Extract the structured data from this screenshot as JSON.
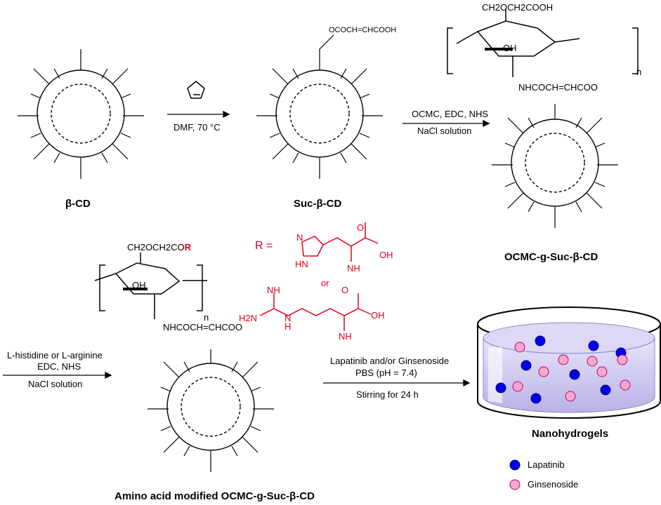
{
  "compounds": {
    "beta_cd": "β-CD",
    "suc_beta_cd": "Suc-β-CD",
    "ocmc_g_suc_beta_cd": "OCMC-g-Suc-β-CD",
    "amino_modified": "Amino acid modified OCMC-g-Suc-β-CD",
    "nanohydrogels": "Nanohydrogels"
  },
  "substituents": {
    "suc_chain": "OCOCH=CHCOOH",
    "ocmc_top": "CH2OCH2COOH",
    "ocmc_link": "NHCOCH=CHCOO",
    "amino_top_prefix": "CH2OCH2CO",
    "amino_top_r": "R",
    "ring_oh": "OH",
    "subscript_n": "n",
    "r_equals": "R =",
    "or": "or"
  },
  "reactions": {
    "step1_reagent": "DMF, 70 °C",
    "step2_line1": "OCMC, EDC, NHS",
    "step2_line2": "NaCl solution",
    "step3_line1": "L-histidine or L-arginine",
    "step3_line2": "EDC, NHS",
    "step3_line3": "NaCl solution",
    "step4_line1": "Lapatinib and/or Ginsenoside",
    "step4_line2": "PBS (pH = 7.4)",
    "step4_line3": "Stirring for 24 h"
  },
  "amino_acids": {
    "his_oh": "OH",
    "his_o": "O",
    "his_nh": "NH",
    "his_n": "N",
    "his_hn": "HN",
    "arg_nh_top": "NH",
    "arg_h2n": "H2N",
    "arg_n": "N",
    "arg_h": "H",
    "arg_nh": "NH",
    "arg_o": "O",
    "arg_oh": "OH"
  },
  "legend": {
    "items": [
      {
        "label": "Lapatinib",
        "color": "#0000e6",
        "stroke": "#000080"
      },
      {
        "label": "Ginsenoside",
        "color": "#f7a8cf",
        "stroke": "#c0006a"
      }
    ]
  },
  "colors": {
    "highlight": "#e0001b",
    "liquid": "#c9c4ee",
    "liquid_top": "#dcd8f6"
  }
}
